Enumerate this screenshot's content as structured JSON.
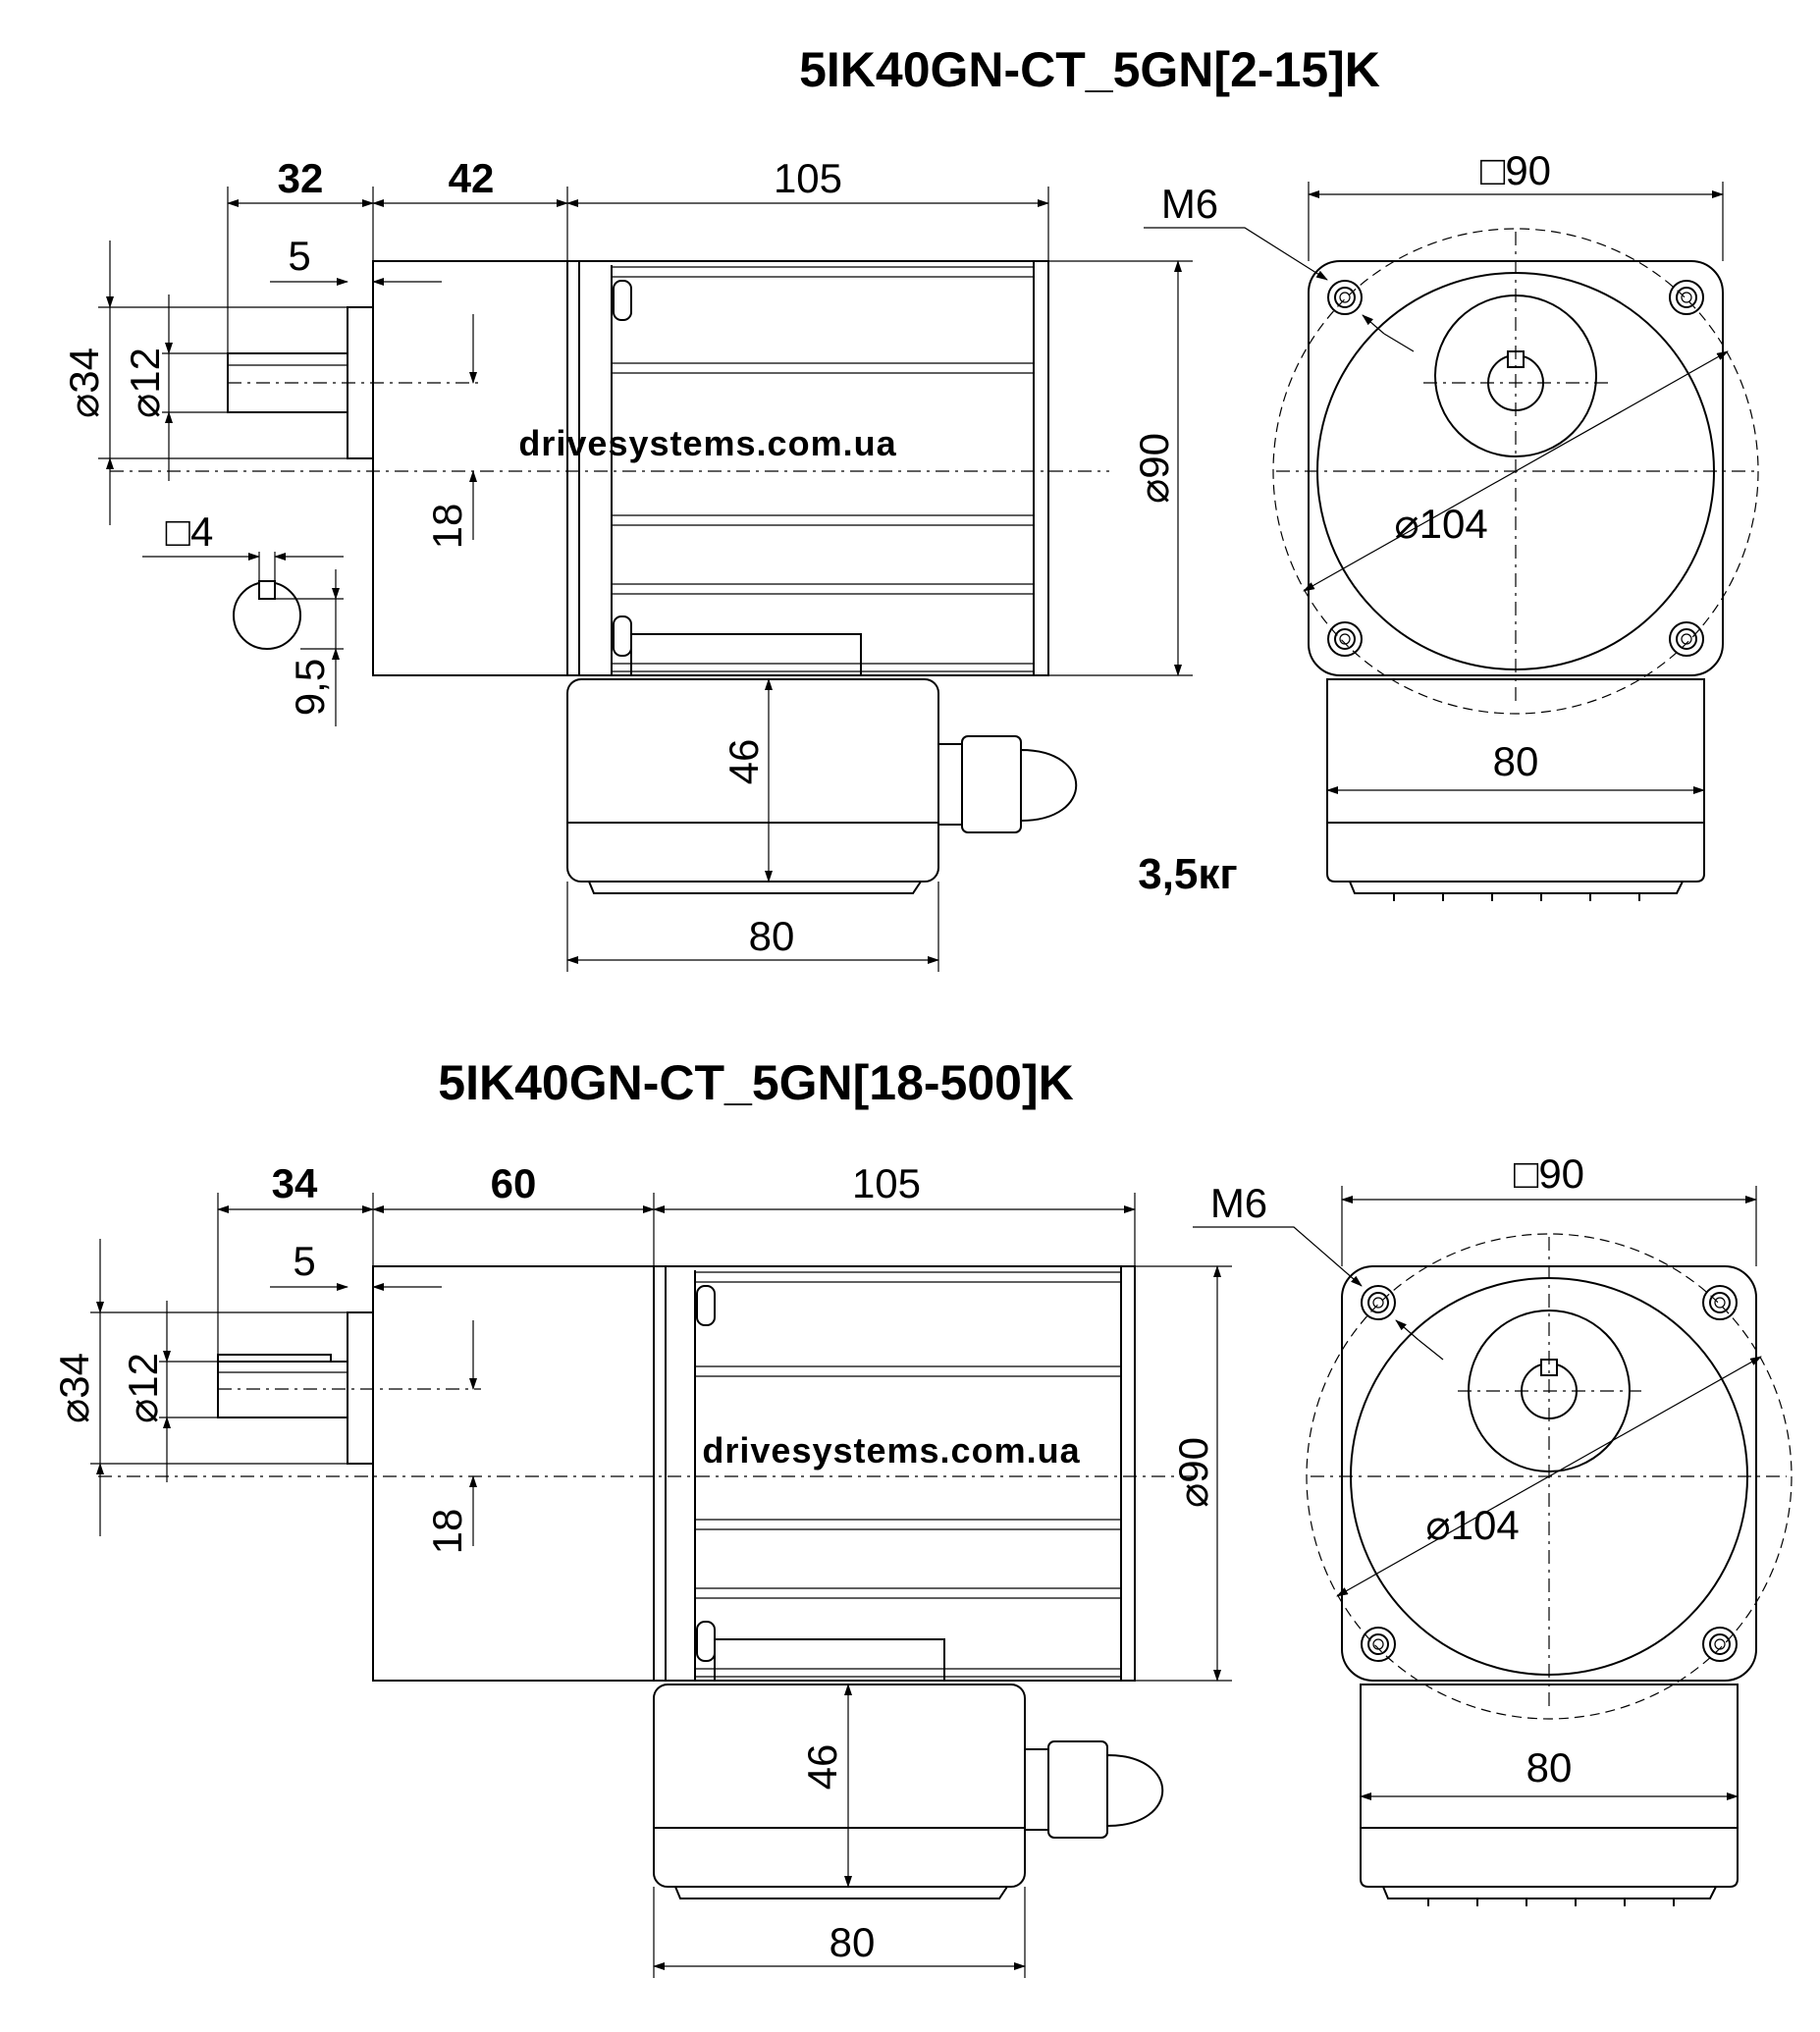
{
  "views": [
    {
      "title": "5IK40GN-CT_5GN[2-15]K",
      "watermark": "drivesystems.com.ua",
      "weight": "3,5кг",
      "side": {
        "shaft_len": "32",
        "gearbox_len": "42",
        "motor_len": "105",
        "shoulder": "5",
        "dia_pilot": "34",
        "dia_shaft": "12",
        "offset": "18",
        "dia_body": "90",
        "key": "4",
        "key_depth": "9,5",
        "box_h": "46",
        "box_w": "80"
      },
      "front": {
        "square": "90",
        "thread": "M6",
        "pcd": "104",
        "box_w": "80"
      }
    },
    {
      "title": "5IK40GN-CT_5GN[18-500]K",
      "watermark": "drivesystems.com.ua",
      "side": {
        "shaft_len": "34",
        "gearbox_len": "60",
        "motor_len": "105",
        "shoulder": "5",
        "dia_pilot": "34",
        "dia_shaft": "12",
        "offset": "18",
        "dia_body": "90",
        "box_h": "46",
        "box_w": "80"
      },
      "front": {
        "square": "90",
        "thread": "M6",
        "pcd": "104",
        "box_w": "80"
      }
    }
  ]
}
